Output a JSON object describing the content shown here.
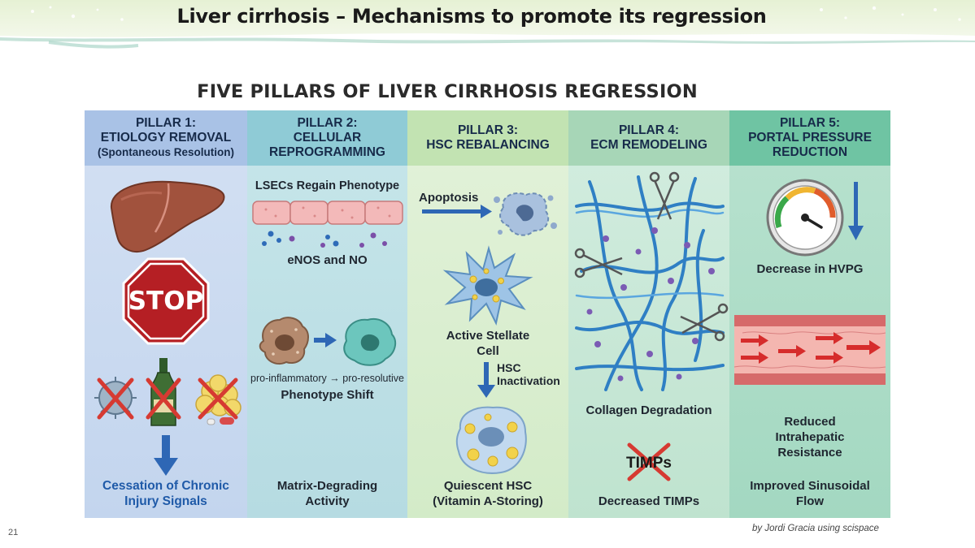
{
  "slide": {
    "title": "Liver cirrhosis – Mechanisms to promote its regression",
    "number": "21",
    "credit": "by Jordi Gracia using scispace"
  },
  "figure": {
    "title": "FIVE PILLARS OF LIVER CIRRHOSIS REGRESSION",
    "pillars": [
      {
        "line1": "PILLAR 1:",
        "line2": "ETIOLOGY REMOVAL",
        "line3": "(Spontaneous Resolution)",
        "stop_sign": "STOP",
        "footer": "Cessation of Chronic Injury Signals",
        "color": "#c9d9f0"
      },
      {
        "line1": "PILLAR 2:",
        "line2": "CELLULAR",
        "line3": "REPROGRAMMING",
        "lsec_label": "LSECs Regain Phenotype",
        "enos_label": "eNOS and NO",
        "shift_small": "pro-inflammatory → pro-resolutive",
        "shift_label": "Phenotype Shift",
        "footer": "Matrix-Degrading Activity",
        "color": "#bfe2e8"
      },
      {
        "line1": "PILLAR 3:",
        "line2": "HSC REBALANCING",
        "apoptosis_label": "Apoptosis",
        "active_label": "Active Stellate Cell",
        "inactivation_label": "HSC Inactivation",
        "footer": "Quiescent HSC (Vitamin A-Storing)",
        "color": "#d9edcf"
      },
      {
        "line1": "PILLAR 4:",
        "line2": "ECM REMODELING",
        "collagen_label": "Collagen Degradation",
        "timps_icon_text": "TIMPs",
        "footer": "Decreased TIMPs",
        "color": "#c5e6cf"
      },
      {
        "line1": "PILLAR 5:",
        "line2": "PORTAL PRESSURE",
        "line3": "REDUCTION",
        "hvpg_label": "Decrease in HVPG",
        "resistance_label": "Reduced Intrahepatic Resistance",
        "footer": "Improved Sinusoidal Flow",
        "color": "#a8dcc5"
      }
    ]
  }
}
